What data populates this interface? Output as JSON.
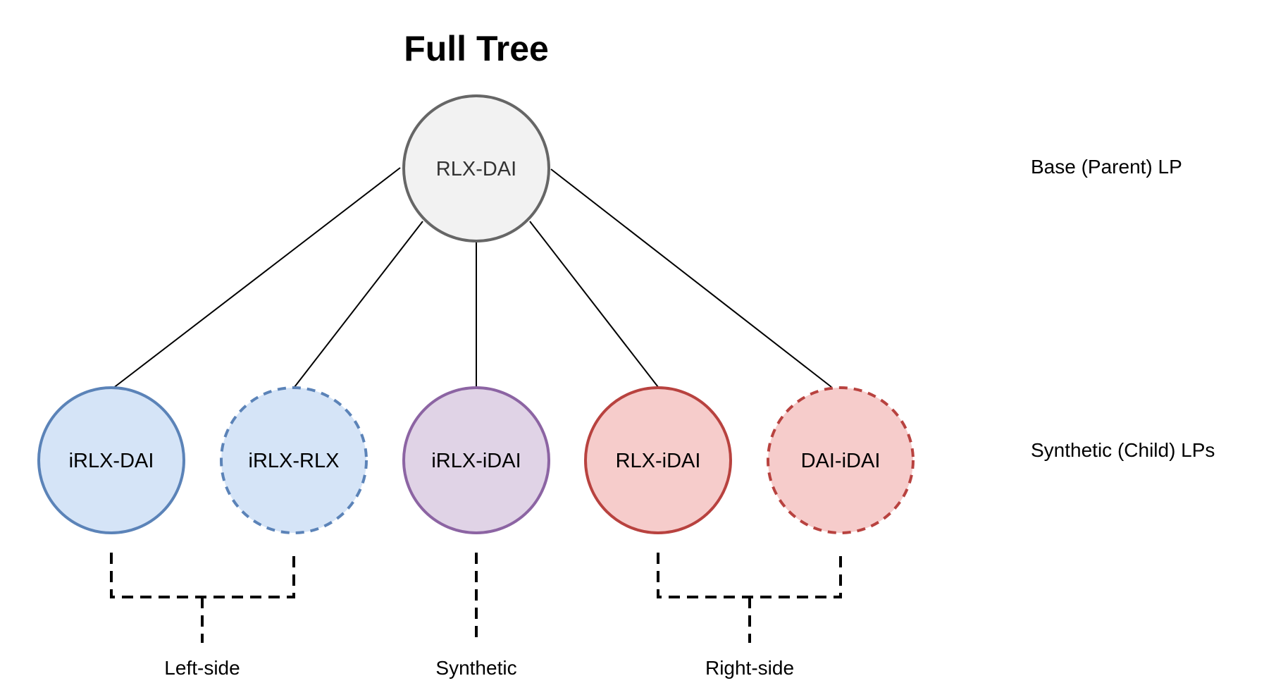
{
  "title": "Full Tree",
  "levels": {
    "parent": "Base (Parent) LP",
    "children": "Synthetic (Child) LPs"
  },
  "root": {
    "label": "RLX-DAI",
    "fill": "#f2f2f2",
    "stroke": "#666666"
  },
  "children": [
    {
      "label": "iRLX-DAI",
      "fill": "#d5e4f7",
      "stroke": "#5b83b8",
      "dashed": false
    },
    {
      "label": "iRLX-RLX",
      "fill": "#d5e4f7",
      "stroke": "#5b83b8",
      "dashed": true
    },
    {
      "label": "iRLX-iDAI",
      "fill": "#e0d3e6",
      "stroke": "#8c64a3",
      "dashed": false
    },
    {
      "label": "RLX-iDAI",
      "fill": "#f6cccb",
      "stroke": "#b8423f",
      "dashed": false
    },
    {
      "label": "DAI-iDAI",
      "fill": "#f6cccb",
      "stroke": "#b8423f",
      "dashed": true
    }
  ],
  "groups": [
    {
      "label": "Left-side"
    },
    {
      "label": "Synthetic"
    },
    {
      "label": "Right-side"
    }
  ]
}
